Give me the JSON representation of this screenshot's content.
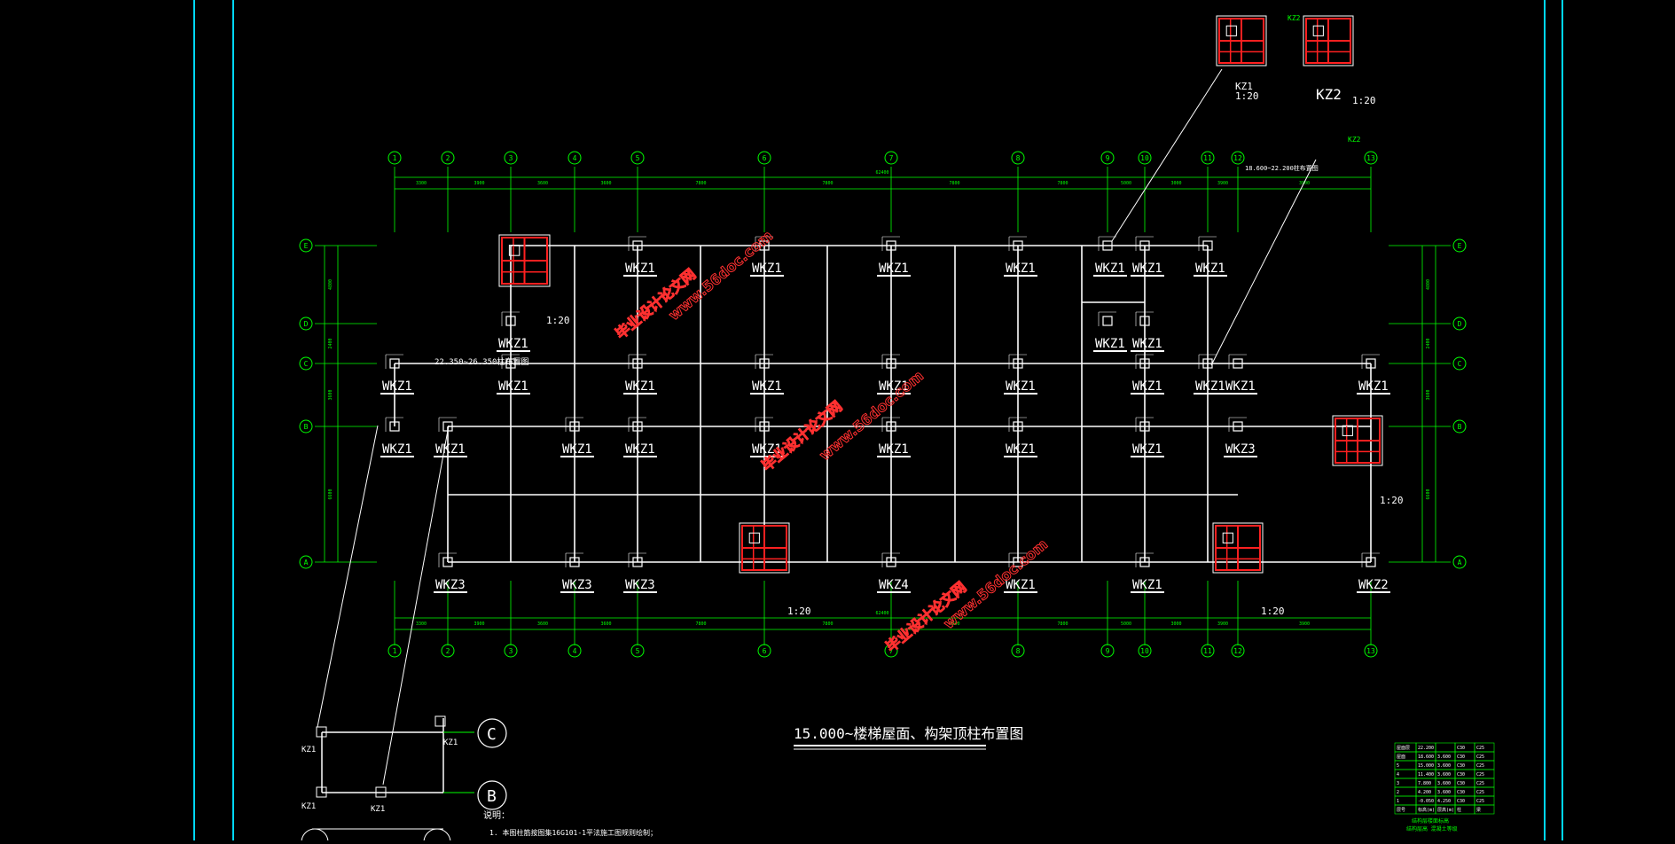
{
  "drawing": {
    "title": "15.000~楼梯屋面、构架顶柱布置图",
    "scale": "1:20",
    "note_heading": "说明：",
    "note_text": "1. 本图柱筋按图集16G101-1平法施工图规则绘制；",
    "top_elev_note": "18.600~22.200柱布置图",
    "mid_elev_note": "22.350~26.350柱布置图"
  },
  "axes": {
    "columns": [
      "1",
      "2",
      "3",
      "4",
      "5",
      "6",
      "7",
      "8",
      "9",
      "10",
      "11",
      "12",
      "13"
    ],
    "rows": [
      "A",
      "B",
      "C",
      "D",
      "E"
    ],
    "top_dims": [
      "3300",
      "3900",
      "3600",
      "3600",
      "7800",
      "7800",
      "7800",
      "7800",
      "5000",
      "3000",
      "3900",
      "3900",
      "8500"
    ],
    "top_total": "62400",
    "side_dims": [
      "4800",
      "2400",
      "3600",
      "6600"
    ],
    "side_total": "17400"
  },
  "column_labels": [
    {
      "id": "c1",
      "text": "WKZ1"
    },
    {
      "id": "c2",
      "text": "WKZ1"
    },
    {
      "id": "c3",
      "text": "WKZ1"
    },
    {
      "id": "c4",
      "text": "WKZ1"
    },
    {
      "id": "c5",
      "text": "WKZ1"
    },
    {
      "id": "c6",
      "text": "WKZ1"
    },
    {
      "id": "c7",
      "text": "WKZ1"
    },
    {
      "id": "c8",
      "text": "WKZ1"
    },
    {
      "id": "c9",
      "text": "WKZ1"
    },
    {
      "id": "c10",
      "text": "WKZ1"
    },
    {
      "id": "c11",
      "text": "WKZ1"
    },
    {
      "id": "c12",
      "text": "WKZ1"
    },
    {
      "id": "c13",
      "text": "WKZ1"
    },
    {
      "id": "c14",
      "text": "WKZ1"
    },
    {
      "id": "c15",
      "text": "WKZ1"
    },
    {
      "id": "c16",
      "text": "WKZ1"
    },
    {
      "id": "c17",
      "text": "WKZ1"
    },
    {
      "id": "c18",
      "text": "WKZ1"
    },
    {
      "id": "c19",
      "text": "WKZ1"
    },
    {
      "id": "c20",
      "text": "WKZ1"
    },
    {
      "id": "c21",
      "text": "WKZ1"
    },
    {
      "id": "c22",
      "text": "WKZ1"
    },
    {
      "id": "c23",
      "text": "WKZ1"
    },
    {
      "id": "c24",
      "text": "WKZ1"
    },
    {
      "id": "c25",
      "text": "WKZ1"
    },
    {
      "id": "c26",
      "text": "WKZ1"
    },
    {
      "id": "c27",
      "text": "WKZ1"
    },
    {
      "id": "c28",
      "text": "WKZ1"
    },
    {
      "id": "c29",
      "text": "WKZ3"
    },
    {
      "id": "c30",
      "text": "WKZ3"
    },
    {
      "id": "c31",
      "text": "WKZ3"
    },
    {
      "id": "c32",
      "text": "WKZ3"
    },
    {
      "id": "c33",
      "text": "WKZ4"
    },
    {
      "id": "c34",
      "text": "WKZ1"
    },
    {
      "id": "c35",
      "text": "WKZ1"
    },
    {
      "id": "c36",
      "text": "WKZ2"
    }
  ],
  "top_detail": {
    "kz1": "KZ1",
    "kz2": "KZ2",
    "scale": "1:20"
  },
  "small_detail": {
    "labels": [
      "KZ1",
      "KZ1",
      "KZ1",
      "KZ1"
    ],
    "axis_c": "C",
    "axis_b": "B"
  },
  "watermark": {
    "site": "www.56doc.com",
    "brand": "毕业设计论文网"
  },
  "table": {
    "rows": [
      [
        "屋面层",
        "22.200",
        "",
        "C30",
        "C25"
      ],
      [
        "屋面",
        "18.600",
        "3.600",
        "C30",
        "C25"
      ],
      [
        "5",
        "15.000",
        "3.600",
        "C30",
        "C25"
      ],
      [
        "4",
        "11.400",
        "3.600",
        "C30",
        "C25"
      ],
      [
        "3",
        "7.800",
        "3.600",
        "C30",
        "C25"
      ],
      [
        "2",
        "4.200",
        "3.600",
        "C30",
        "C25"
      ],
      [
        "1",
        "-0.050",
        "4.250",
        "C30",
        "C25"
      ],
      [
        "层号",
        "标高(m)",
        "层高(m)",
        "柱",
        "梁"
      ]
    ],
    "footer1": "结构层楼面标高",
    "footer2": "结构层高  混凝土等级"
  },
  "colors": {
    "grid": "#ffffff",
    "axis": "#00ff00",
    "frame": "#00d8ff",
    "section": "#ff2020",
    "watermark": "#ff3030"
  }
}
